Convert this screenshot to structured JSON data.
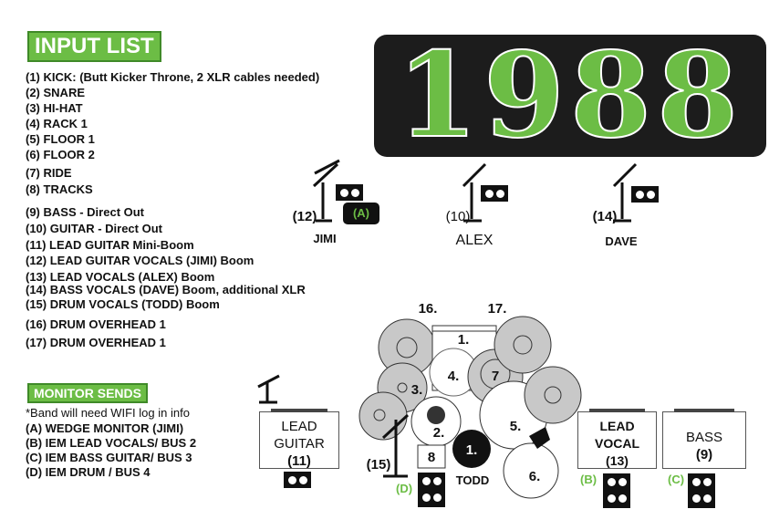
{
  "input_list": {
    "title": "INPUT LIST",
    "items": [
      "(1) KICK: (Butt Kicker Throne, 2 XLR cables needed)",
      "(2) SNARE",
      "(3) HI-HAT",
      "(4) RACK 1",
      "(5) FLOOR 1",
      "(6) FLOOR 2",
      "(7) RIDE",
      "(8) TRACKS",
      "(9)  BASS - Direct Out",
      "(10) GUITAR - Direct Out",
      "(11) LEAD GUITAR  Mini-Boom",
      "(12) LEAD GUITAR VOCALS (JIMI)   Boom",
      "(13) LEAD VOCALS  (ALEX) Boom",
      "(14) BASS VOCALS (DAVE)  Boom, additional XLR",
      "(15) DRUM VOCALS (TODD)  Boom",
      "(16) DRUM OVERHEAD 1",
      "(17) DRUM OVERHEAD 1"
    ]
  },
  "monitor": {
    "title": "MONITOR SENDS",
    "note": "*Band will need WIFI log in info",
    "items": [
      "(A) WEDGE MONITOR (JIMI)",
      "(B) IEM LEAD VOCALS/ BUS 2",
      "(C) IEM BASS GUITAR/ BUS 3",
      "(D) IEM DRUM / BUS 4"
    ]
  },
  "logo": "1988",
  "stage": {
    "mics": [
      {
        "num": "(12)",
        "name": "JIMI"
      },
      {
        "num": "(10)",
        "name": "ALEX"
      },
      {
        "num": "(14)",
        "name": "DAVE"
      }
    ],
    "wedge_label": "(A)",
    "amps": [
      {
        "l1": "LEAD",
        "l2": "GUITAR",
        "l3": "(11)"
      },
      {
        "l1": "LEAD",
        "l2": "VOCAL",
        "l3": "(13)"
      },
      {
        "l1": "BASS",
        "l2": "(9)"
      }
    ],
    "iem": {
      "b": "(B)",
      "c": "(C)",
      "d": "(D)"
    },
    "drums": {
      "oh16": "16.",
      "oh17": "17.",
      "kick": "1.",
      "tom": "4.",
      "ride": "7",
      "hh": "3.",
      "snare": "2.",
      "floor1": "5.",
      "floor2": "6.",
      "butt": "1.",
      "tracks": "8",
      "mic15": "(15)",
      "drummer": "TODD"
    }
  },
  "colors": {
    "accent": "#6cbd45",
    "cymbal": "#c8c8c8"
  }
}
